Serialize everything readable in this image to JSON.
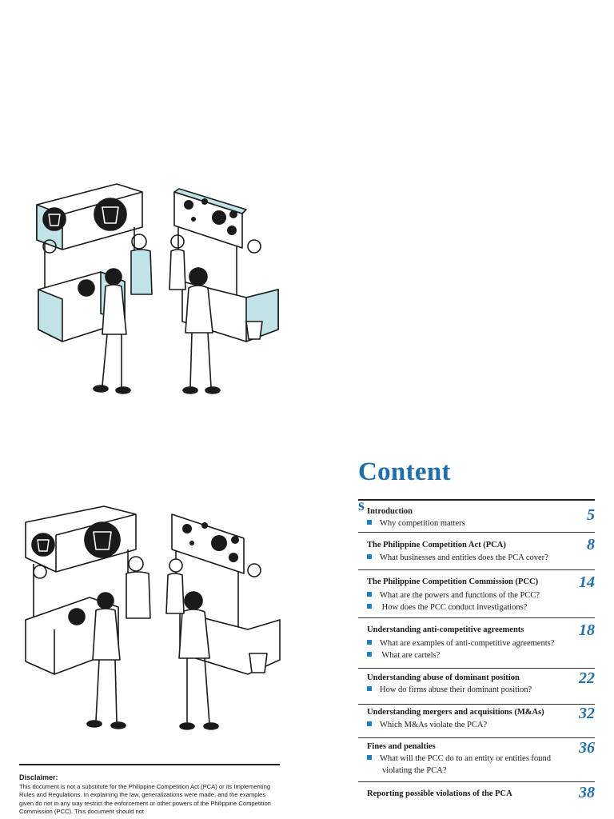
{
  "toc": {
    "title": "Content",
    "title_tail": "s",
    "sections": [
      {
        "title": "Introduction",
        "page": "5",
        "items": [
          "Why competition matters"
        ]
      },
      {
        "title": "The Philippine Competition Act (PCA)",
        "page": "8",
        "items": [
          "What businesses and entities does the PCA cover?"
        ]
      },
      {
        "title": "The Philippine Competition Commission (PCC)",
        "page": "14",
        "items": [
          "What are the powers and functions of the PCC?",
          " How does the PCC conduct investigations?"
        ]
      },
      {
        "title": "Understanding anti-competitive agreements",
        "page": "18",
        "items": [
          "What are examples of anti-competitive agreements?",
          " What are cartels?"
        ]
      },
      {
        "title": "Understanding abuse of dominant position",
        "page": "22",
        "items": [
          "How do firms abuse their dominant position?"
        ]
      },
      {
        "title": "Understanding mergers and acquisitions (M&As)",
        "page": "32",
        "items": [
          "Which M&As violate the PCA?"
        ]
      },
      {
        "title": "Fines and penalties",
        "page": "36",
        "items": [
          "What will the PCC do to an entity or entities found",
          "violating the PCA?"
        ]
      },
      {
        "title": "Reporting possible violations of the PCA",
        "page": "38",
        "items": []
      }
    ]
  },
  "disclaimer": {
    "heading": "Disclaimer:",
    "body": "This document is not a substitute for the Philippine Competition Act (PCA) or its Implementing Rules and Regulations. In explaining the law, generalizations were made, and the examples given do not in any way restrict the enforcement or other powers of the Philippine Competition Commission (PCC). This document should not"
  },
  "colors": {
    "accent": "#1f6fad",
    "bullet": "#1f7fc0",
    "stall_teal": "#bfe3e6"
  },
  "illustration_icons": [
    "bubble-tea-cup-icon",
    "bubble-tea-stall-icon",
    "polka-dot-stall-sign-icon",
    "trash-bin-icon"
  ]
}
